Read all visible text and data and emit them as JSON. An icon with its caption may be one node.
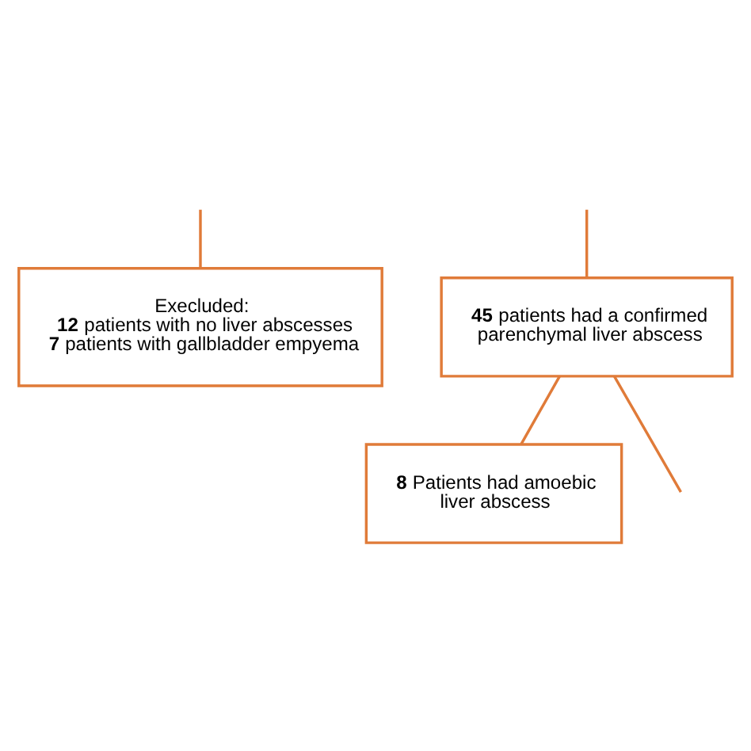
{
  "diagram": {
    "nodes": [
      {
        "text": [
          "Execluded:",
          "**12** patients with no liver abscesses",
          "**7** patients with gallbladder empyema"
        ]
      },
      {
        "text": [
          "**45** patients had a confirmed parenchymal liver abscess"
        ]
      },
      {
        "text": [
          "**8** Patients had amoebic liver abscess"
        ]
      }
    ],
    "edges": [
      {
        "from": null,
        "to": 0,
        "arrow": "none"
      },
      {
        "from": null,
        "to": 1,
        "arrow": "none"
      },
      {
        "from": 1,
        "to": 2,
        "arrow": "none"
      },
      {
        "from": 1,
        "to": null,
        "arrow": "none"
      }
    ]
  }
}
